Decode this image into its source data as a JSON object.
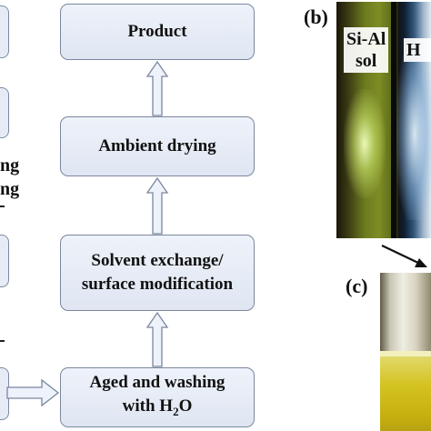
{
  "flow": {
    "product": "Product",
    "ambient_drying": "Ambient drying",
    "solvent_exchange_line1": "Solvent exchange/",
    "solvent_exchange_line2": "surface modification",
    "aged_line1": "Aged and washing",
    "aged_line2_prefix": "with H",
    "aged_line2_sub": "2",
    "aged_line2_suffix": "O"
  },
  "left_fragments": {
    "frag1": "ng",
    "frag2": "ng"
  },
  "panels": {
    "b_label": "(b)",
    "c_label": "(c)",
    "tube1_line1": "Si-Al",
    "tube1_line2": "sol",
    "tube2_text": "H"
  },
  "colors": {
    "box_fill": "#e6ebf5",
    "box_border": "#7b879e",
    "arrow_fill": "#eef2fa"
  }
}
